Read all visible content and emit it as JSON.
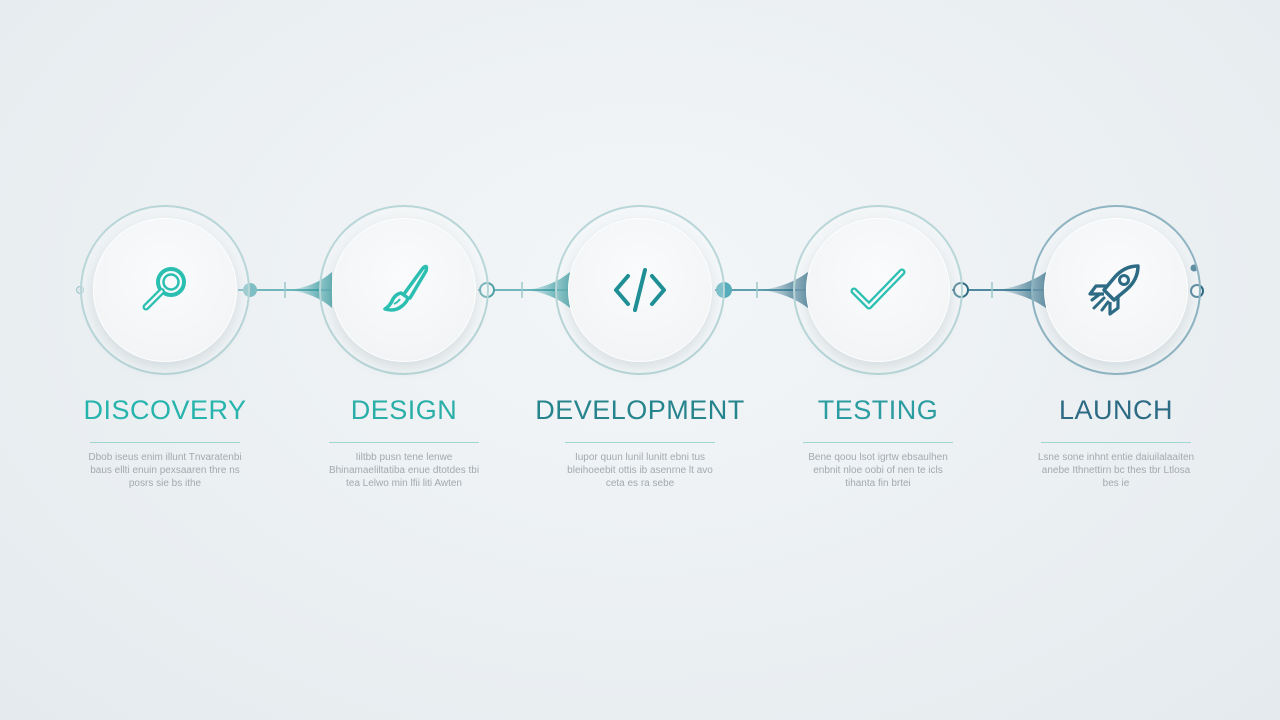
{
  "colors": {
    "teal": "#2bbfb1",
    "deep_teal": "#1f8f95",
    "navy_teal": "#2d6b85",
    "ring": "#b9d6d8",
    "rule": "#9fd6d2",
    "body_text": "#a3a9ae"
  },
  "steps": [
    {
      "title": "DISCOVERY",
      "icon": "magnifier-icon",
      "title_color": "#26b4ad",
      "description": "Dbob iseus enim illunt Tnvaratenbi baus ellti enuin pexsaaren thre ns posrs sie bs ithe"
    },
    {
      "title": "DESIGN",
      "icon": "paintbrush-icon",
      "title_color": "#2aaea8",
      "description": "Iiltbb pusn tene lenwe Bhinamaeliltatiba enue dtotdes tbi tea Lelwo min lfii liti Awten"
    },
    {
      "title": "DEVELOPMENT",
      "icon": "code-brackets-icon",
      "title_color": "#26848c",
      "description": "Iupor quun lunil lunitt ebni tus bleihoeebit ottis ib asenrne lt avo ceta es ra sebe"
    },
    {
      "title": "TESTING",
      "icon": "checkmark-icon",
      "title_color": "#2b9ca0",
      "description": "Bene qoou lsot igrtw ebsaulhen enbnit nloe oobi of nen te icls tihanta fin brtei"
    },
    {
      "title": "LAUNCH",
      "icon": "rocket-icon",
      "title_color": "#2d6b85",
      "description": "Lsne sone inhnt entie daiuilalaaiten anebe Ithnettirn bc thes tbr Ltlosa bes ie"
    }
  ]
}
